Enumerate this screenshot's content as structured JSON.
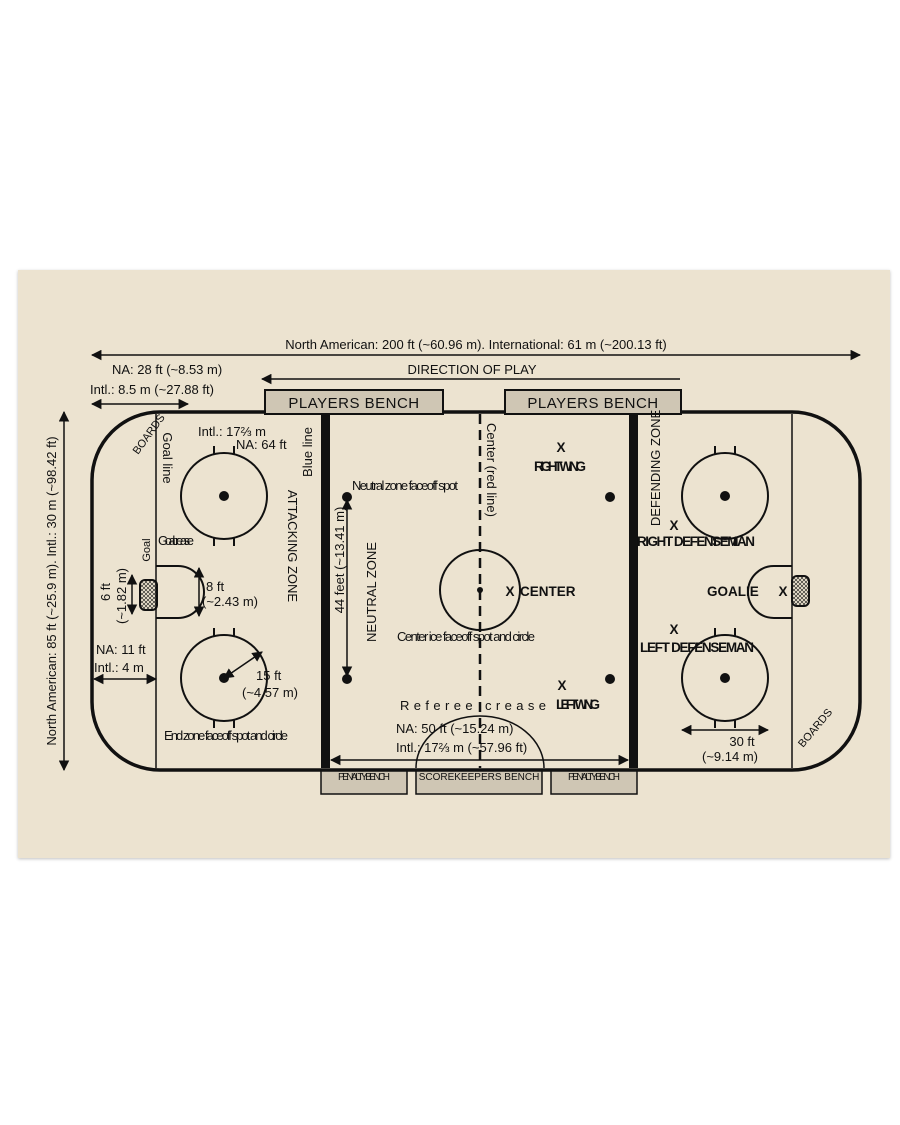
{
  "colors": {
    "paper": "#ece3d0",
    "ink": "#111111",
    "bench_fill": "#cfc6b4"
  },
  "dimensions": {
    "length": "North American: 200 ft (~60.96 m). International: 61 m (~200.13 ft)",
    "width": "North American: 85 ft (~25.9 m). Intl.: 30 m (~98.42 ft)",
    "corner_na": "NA: 28 ft (~8.53 m)",
    "corner_intl": "Intl.: 8.5 m (~27.88 ft)",
    "goal_line_intl": "Intl.: 17⅔ m",
    "goal_line_na": "NA: 64 ft",
    "crease_width": "8 ft",
    "crease_width_m": "(~2.43 m)",
    "goal_width": "6 ft",
    "goal_width_m": "(~1.82 m)",
    "goal_dist_na": "NA: 11 ft",
    "goal_dist_intl": "Intl.: 4 m",
    "circle_radius": "15 ft",
    "circle_radius_m": "(~4.57 m)",
    "neutral_width": "44 feet (~13.41 m)",
    "neutral_na": "NA: 50 ft (~15.24 m)",
    "neutral_intl": "Intl.: 17⅔ m (~57.96 ft)",
    "faceoff_spacing": "30 ft",
    "faceoff_spacing_m": "(~9.14 m)"
  },
  "labels": {
    "direction": "DIRECTION OF PLAY",
    "players_bench_1": "PLAYERS BENCH",
    "players_bench_2": "PLAYERS BENCH",
    "penalty_bench_1": "PENALTY BENCH",
    "scorekeepers_bench": "SCOREKEEPERS BENCH",
    "penalty_bench_2": "PENALTY BENCH",
    "boards_left": "BOARDS",
    "boards_right": "BOARDS",
    "goal_line": "Goal line",
    "blue_line": "Blue line",
    "goal": "Goal",
    "goal_crease": "Goal crease",
    "attacking_zone": "ATTACKING ZONE",
    "neutral_zone": "NEUTRAL ZONE",
    "neutral_spot": "Neutral zone faceoff spot",
    "center_line": "Center (red line)",
    "center_ice": "Center ice faceoff spot and circle",
    "referee_crease": "Referee crease",
    "end_zone": "End zone faceoff spot and circle",
    "defending_zone": "DEFENDING ZONE"
  },
  "positions": {
    "right_wing": "RIGHT WING",
    "center": "CENTER",
    "left_wing": "LEFT WING",
    "right_defenseman": "RIGHT DEFENSEMAN",
    "left_defenseman": "LEFT DEFENSEMAN",
    "goalie": "GOALIE",
    "marker": "X"
  }
}
